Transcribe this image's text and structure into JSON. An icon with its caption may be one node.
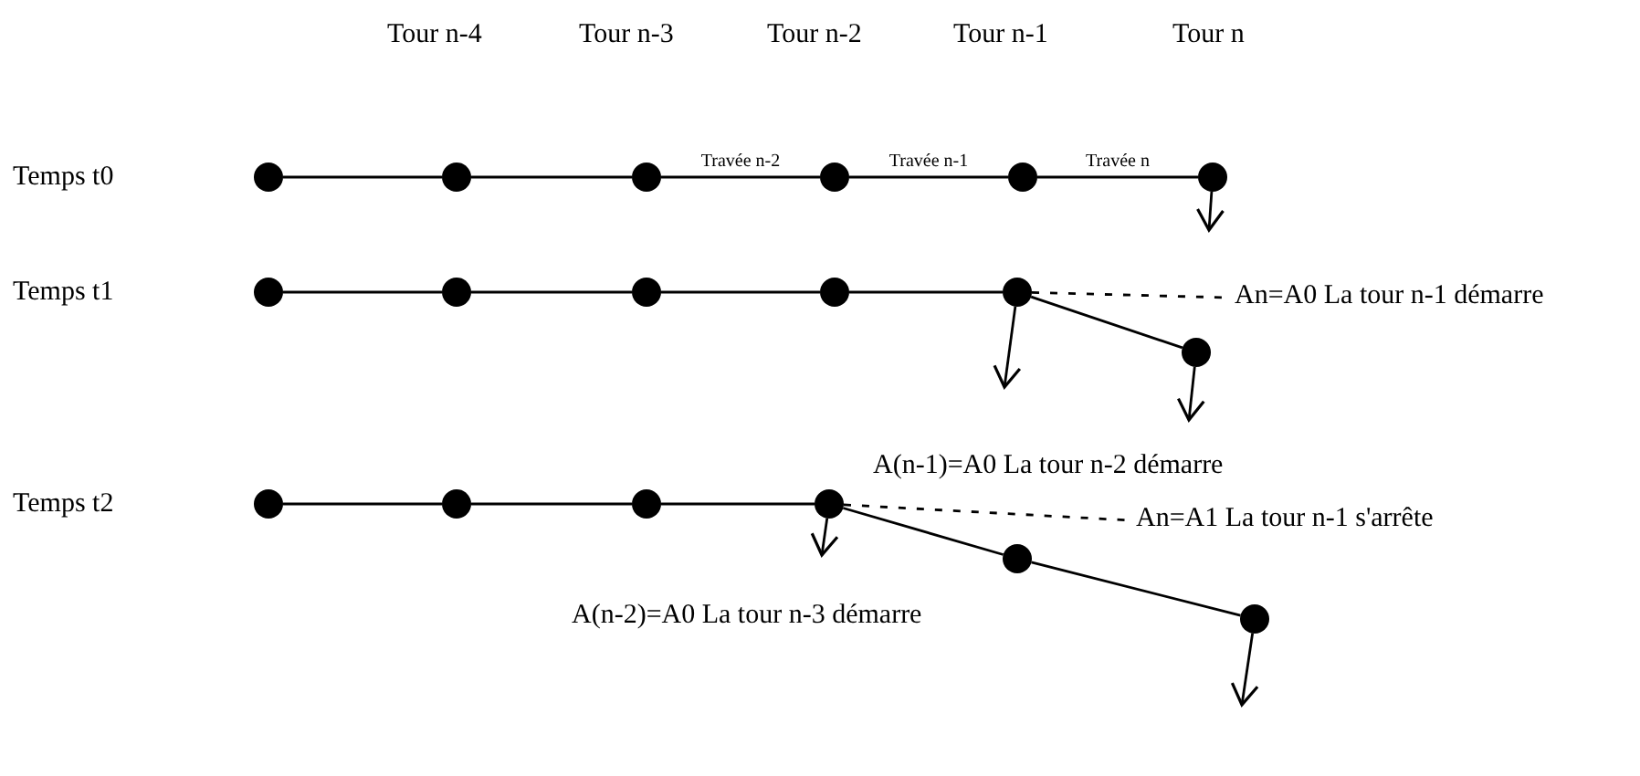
{
  "diagram": {
    "nodes": [
      {
        "text": [],
        "shape": "circle"
      },
      {
        "text": [],
        "shape": "circle"
      },
      {
        "text": [],
        "shape": "circle"
      },
      {
        "text": [],
        "shape": "circle"
      },
      {
        "text": [],
        "shape": "circle"
      },
      {
        "text": [],
        "shape": "circle"
      },
      {
        "text": [],
        "shape": "circle"
      },
      {
        "text": [],
        "shape": "circle"
      },
      {
        "text": [],
        "shape": "circle"
      },
      {
        "text": [],
        "shape": "circle"
      },
      {
        "text": [],
        "shape": "circle"
      },
      {
        "text": [],
        "shape": "circle"
      },
      {
        "text": [],
        "shape": "circle"
      },
      {
        "text": [],
        "shape": "circle"
      },
      {
        "text": [],
        "shape": "circle"
      },
      {
        "text": [],
        "shape": "circle"
      },
      {
        "text": [],
        "shape": "circle"
      },
      {
        "text": [],
        "shape": "circle"
      },
      {
        "text": [
          "An=A0 La tour n-1 démarre"
        ]
      },
      {
        "text": [
          "An=A1 La tour n-1 s'arrête"
        ]
      }
    ],
    "edges": [
      {
        "from": 0,
        "to": 1,
        "arrow": "none"
      },
      {
        "from": 1,
        "to": 2,
        "arrow": "none"
      },
      {
        "from": 2,
        "to": 3,
        "arrow": "none",
        "label": "Travée n-2"
      },
      {
        "from": 3,
        "to": 4,
        "arrow": "none",
        "label": "Travée n-1"
      },
      {
        "from": 4,
        "to": 5,
        "arrow": "none",
        "label": "Travée n"
      },
      {
        "from": 5,
        "to": null,
        "arrow": "to"
      },
      {
        "from": 6,
        "to": 7,
        "arrow": "none"
      },
      {
        "from": 7,
        "to": 8,
        "arrow": "none"
      },
      {
        "from": 8,
        "to": 9,
        "arrow": "none"
      },
      {
        "from": 9,
        "to": 10,
        "arrow": "none"
      },
      {
        "from": 10,
        "to": 11,
        "arrow": "none"
      },
      {
        "from": 10,
        "to": 18,
        "arrow": "none",
        "style": "dashed"
      },
      {
        "from": 10,
        "to": null,
        "arrow": "to"
      },
      {
        "from": 11,
        "to": null,
        "arrow": "to"
      },
      {
        "from": 12,
        "to": 13,
        "arrow": "none"
      },
      {
        "from": 13,
        "to": 14,
        "arrow": "none"
      },
      {
        "from": 14,
        "to": 15,
        "arrow": "none"
      },
      {
        "from": 15,
        "to": 16,
        "arrow": "none"
      },
      {
        "from": 16,
        "to": 17,
        "arrow": "none"
      },
      {
        "from": 15,
        "to": 19,
        "arrow": "none",
        "style": "dashed"
      },
      {
        "from": 15,
        "to": null,
        "arrow": "to"
      },
      {
        "from": 17,
        "to": null,
        "arrow": "to"
      }
    ],
    "labels": [
      "Tour n-4",
      "Tour n-3",
      "Tour n-2",
      "Tour n-1",
      "Tour n",
      "Temps t0",
      "Temps t1",
      "A(n-1)=A0 La tour n-2 démarre",
      "Temps t2",
      "A(n-2)=A0 La tour n-3 démarre"
    ]
  }
}
